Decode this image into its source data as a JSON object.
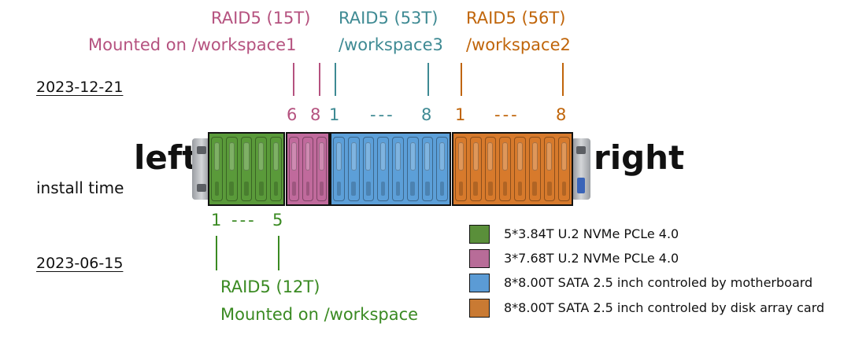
{
  "raid_groups": {
    "pink": {
      "title": "RAID5 (15T)",
      "subtitle": "Mounted on /workspace1",
      "nums": [
        "6",
        "8"
      ]
    },
    "teal": {
      "title": "RAID5 (53T)",
      "subtitle": "/workspace3",
      "nums": [
        "1",
        "---",
        "8"
      ]
    },
    "orange": {
      "title": "RAID5 (56T)",
      "subtitle": "/workspace2",
      "nums": [
        "1",
        "---",
        "8"
      ]
    },
    "green": {
      "title": "RAID5 (12T)",
      "subtitle": "Mounted on /workspace",
      "nums": [
        "1",
        "---",
        "5"
      ]
    }
  },
  "dates": {
    "top": "2023-12-21",
    "bottom": "2023-06-15"
  },
  "labels": {
    "left": "left",
    "right": "right",
    "install_time": "install time"
  },
  "legend": [
    {
      "color": "#5a8f3a",
      "text": "5*3.84T U.2 NVMe PCLe 4.0"
    },
    {
      "color": "#b86c98",
      "text": "3*7.68T U.2 NVMe PCLe 4.0"
    },
    {
      "color": "#5b9bd5",
      "text": "8*8.00T SATA 2.5 inch controled by motherboard"
    },
    {
      "color": "#c97a33",
      "text": "8*8.00T SATA 2.5 inch controled by disk array card"
    }
  ],
  "colors": {
    "green": "#5a9a3a",
    "pink": "#c06a9c",
    "blue": "#5c9fd8",
    "orange": "#d77a2c"
  }
}
